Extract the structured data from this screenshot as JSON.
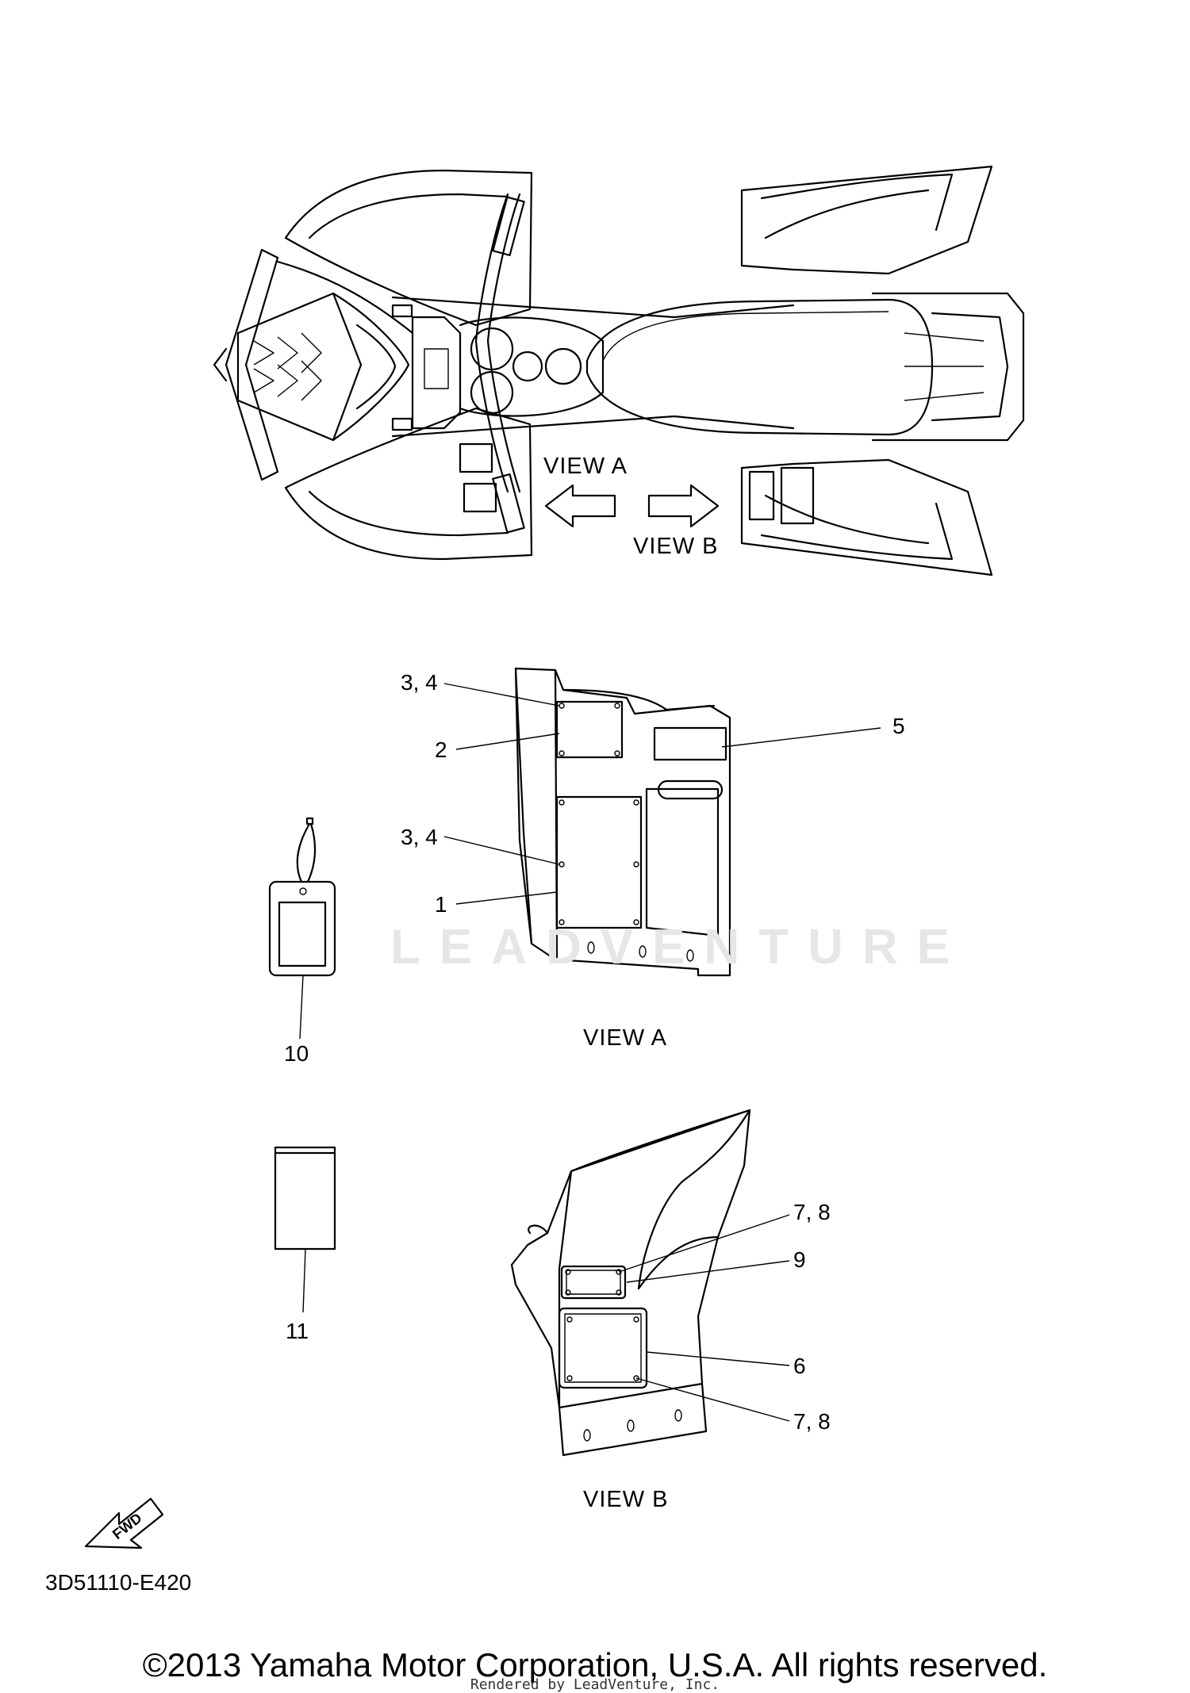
{
  "top_view": {
    "view_a_label": "VIEW A",
    "view_b_label": "VIEW B"
  },
  "view_a": {
    "caption": "VIEW A",
    "callouts": [
      "3, 4",
      "2",
      "5",
      "3, 4",
      "1"
    ]
  },
  "view_b": {
    "caption": "VIEW B",
    "callouts": [
      "7, 8",
      "9",
      "6",
      "7, 8"
    ]
  },
  "loose_parts": {
    "tag_number": "10",
    "sheet_number": "11"
  },
  "watermark": "LEADVENTURE",
  "fwd_label": "FWD",
  "part_code": "3D51110-E420",
  "copyright": "©2013 Yamaha Motor Corporation, U.S.A. All rights reserved.",
  "rendered_by": "Rendered by LeadVenture, Inc."
}
